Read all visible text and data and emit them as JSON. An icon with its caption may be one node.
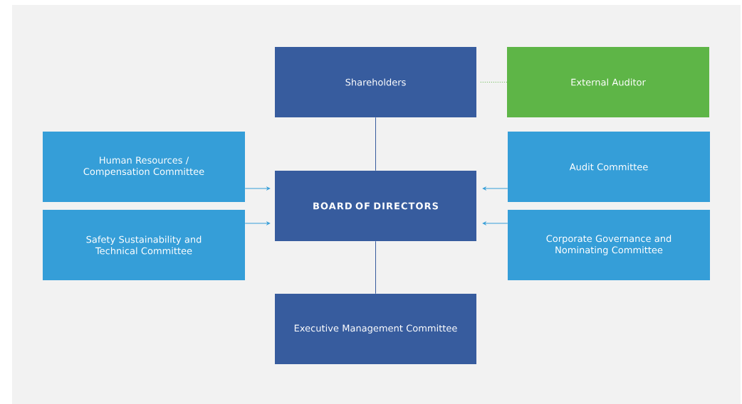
{
  "diagram": {
    "nodes": [
      {
        "text": [
          "Shareholders"
        ]
      },
      {
        "text": [
          "External Auditor"
        ]
      },
      {
        "text": [
          "Human Resources / Compensation Committee"
        ]
      },
      {
        "text": [
          "Audit Committee"
        ]
      },
      {
        "text": [
          "BOARD OF DIRECTORS"
        ]
      },
      {
        "text": [
          "Safety Sustainability and Technical Committee"
        ]
      },
      {
        "text": [
          "Corporate Governance and Nominating Committee"
        ]
      },
      {
        "text": [
          "Executive Management Committee"
        ]
      }
    ],
    "edges": [
      {
        "from": 0,
        "to": 4,
        "arrow": "none",
        "color": "#375c9e"
      },
      {
        "from": 1,
        "to": 0,
        "arrow": "none",
        "style": "dashed",
        "color": "#5eb547"
      },
      {
        "from": 2,
        "to": 4,
        "arrow": "to",
        "color": "#359ed8"
      },
      {
        "from": 5,
        "to": 4,
        "arrow": "to",
        "color": "#359ed8"
      },
      {
        "from": 3,
        "to": 4,
        "arrow": "to",
        "color": "#359ed8"
      },
      {
        "from": 6,
        "to": 4,
        "arrow": "to",
        "color": "#359ed8"
      },
      {
        "from": 4,
        "to": 7,
        "arrow": "none",
        "color": "#375c9e"
      }
    ]
  }
}
